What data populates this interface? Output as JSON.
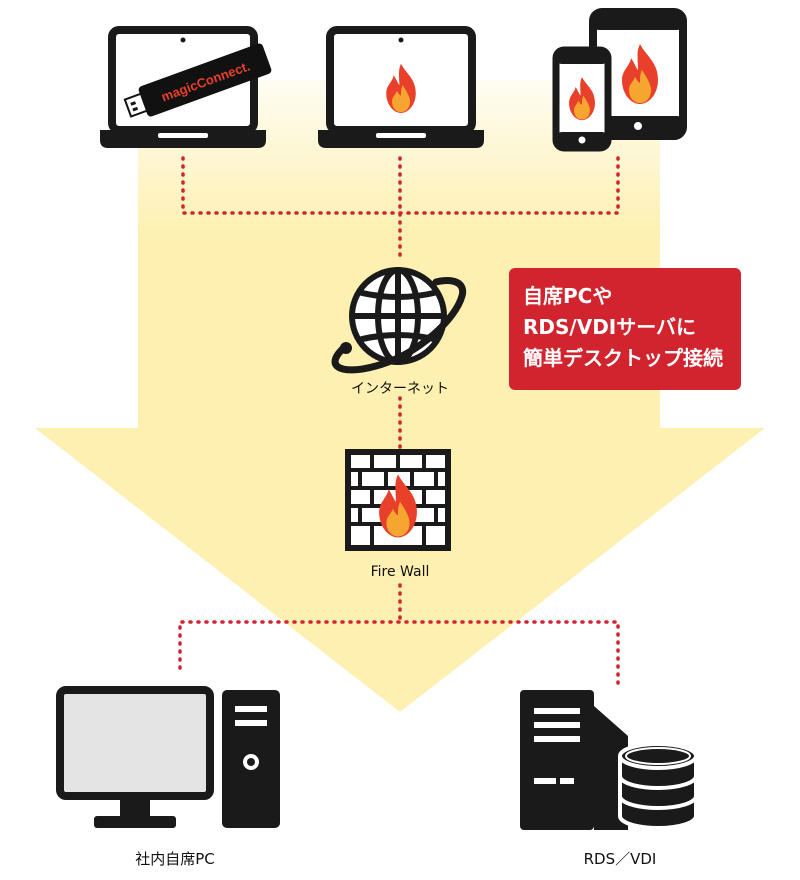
{
  "callout": {
    "lines": [
      "自席PCや",
      "RDS/VDIサーバに",
      "簡単デスクトップ接続"
    ]
  },
  "nodes": {
    "internet_label": "インターネット",
    "firewall_label": "Fire Wall",
    "office_pc_label": "社内自席PC",
    "rds_vdi_label": "RDS／VDI"
  },
  "usb_brand": "magicConnect.",
  "colors": {
    "arrow_fill": "#fdf0b0",
    "connector": "#d1242f",
    "callout_bg": "#d1242f",
    "icon_stroke": "#1a1a1a",
    "flame_outer": "#e8402a",
    "flame_inner": "#f7a531"
  }
}
